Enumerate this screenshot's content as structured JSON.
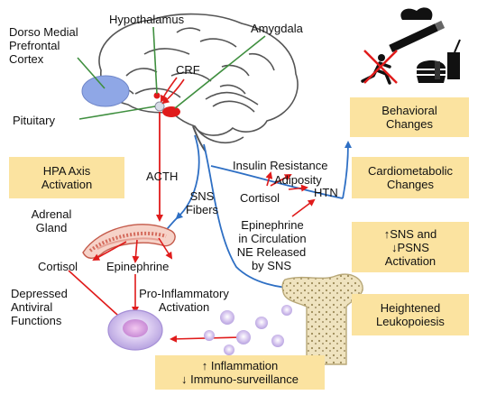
{
  "labels": {
    "hypothalamus": "Hypothalamus",
    "amygdala": "Amygdala",
    "dmpfc": [
      "Dorso Medial",
      "Prefrontal",
      "Cortex"
    ],
    "crf": "CRF",
    "pituitary": "Pituitary",
    "acth": "ACTH",
    "sns_fibers": [
      "SNS",
      "Fibers"
    ],
    "adrenal_gland": [
      "Adrenal",
      "Gland"
    ],
    "cortisol_left": "Cortisol",
    "epinephrine_left": "Epinephrine",
    "insulin_resistance": "Insulin Resistance",
    "adiposity": "Adiposity",
    "htn": "HTN",
    "cortisol_right": "Cortisol",
    "epinephrine_circulation": [
      "Epinephrine",
      "in Circulation"
    ],
    "ne_released": [
      "NE Released",
      "by SNS"
    ],
    "depressed_antiviral": [
      "Depressed",
      "Antiviral",
      "Functions"
    ],
    "pro_inflammatory": [
      "Pro-Inflammatory",
      "Activation"
    ]
  },
  "boxes": {
    "behavioral": [
      "Behavioral",
      "Changes"
    ],
    "hpa": [
      "HPA Axis",
      "Activation"
    ],
    "cardiometabolic": [
      "Cardiometabolic",
      "Changes"
    ],
    "sns_psns": [
      "↑SNS and",
      "↓PSNS",
      "Activation"
    ],
    "leukopoiesis": [
      "Heightened",
      "Leukopoiesis"
    ],
    "inflammation": [
      "↑ Inflammation",
      "↓ Immuno-surveillance"
    ]
  },
  "colors": {
    "box_fill": "#fbe3a0",
    "red_arrow": "#e01b1b",
    "blue_line": "#2e6fc4",
    "green_line": "#3f8f3f",
    "cortex_blue": "#8fa7e6"
  },
  "icons": [
    "smoking-icon",
    "no-running-icon",
    "fast-food-icon"
  ]
}
